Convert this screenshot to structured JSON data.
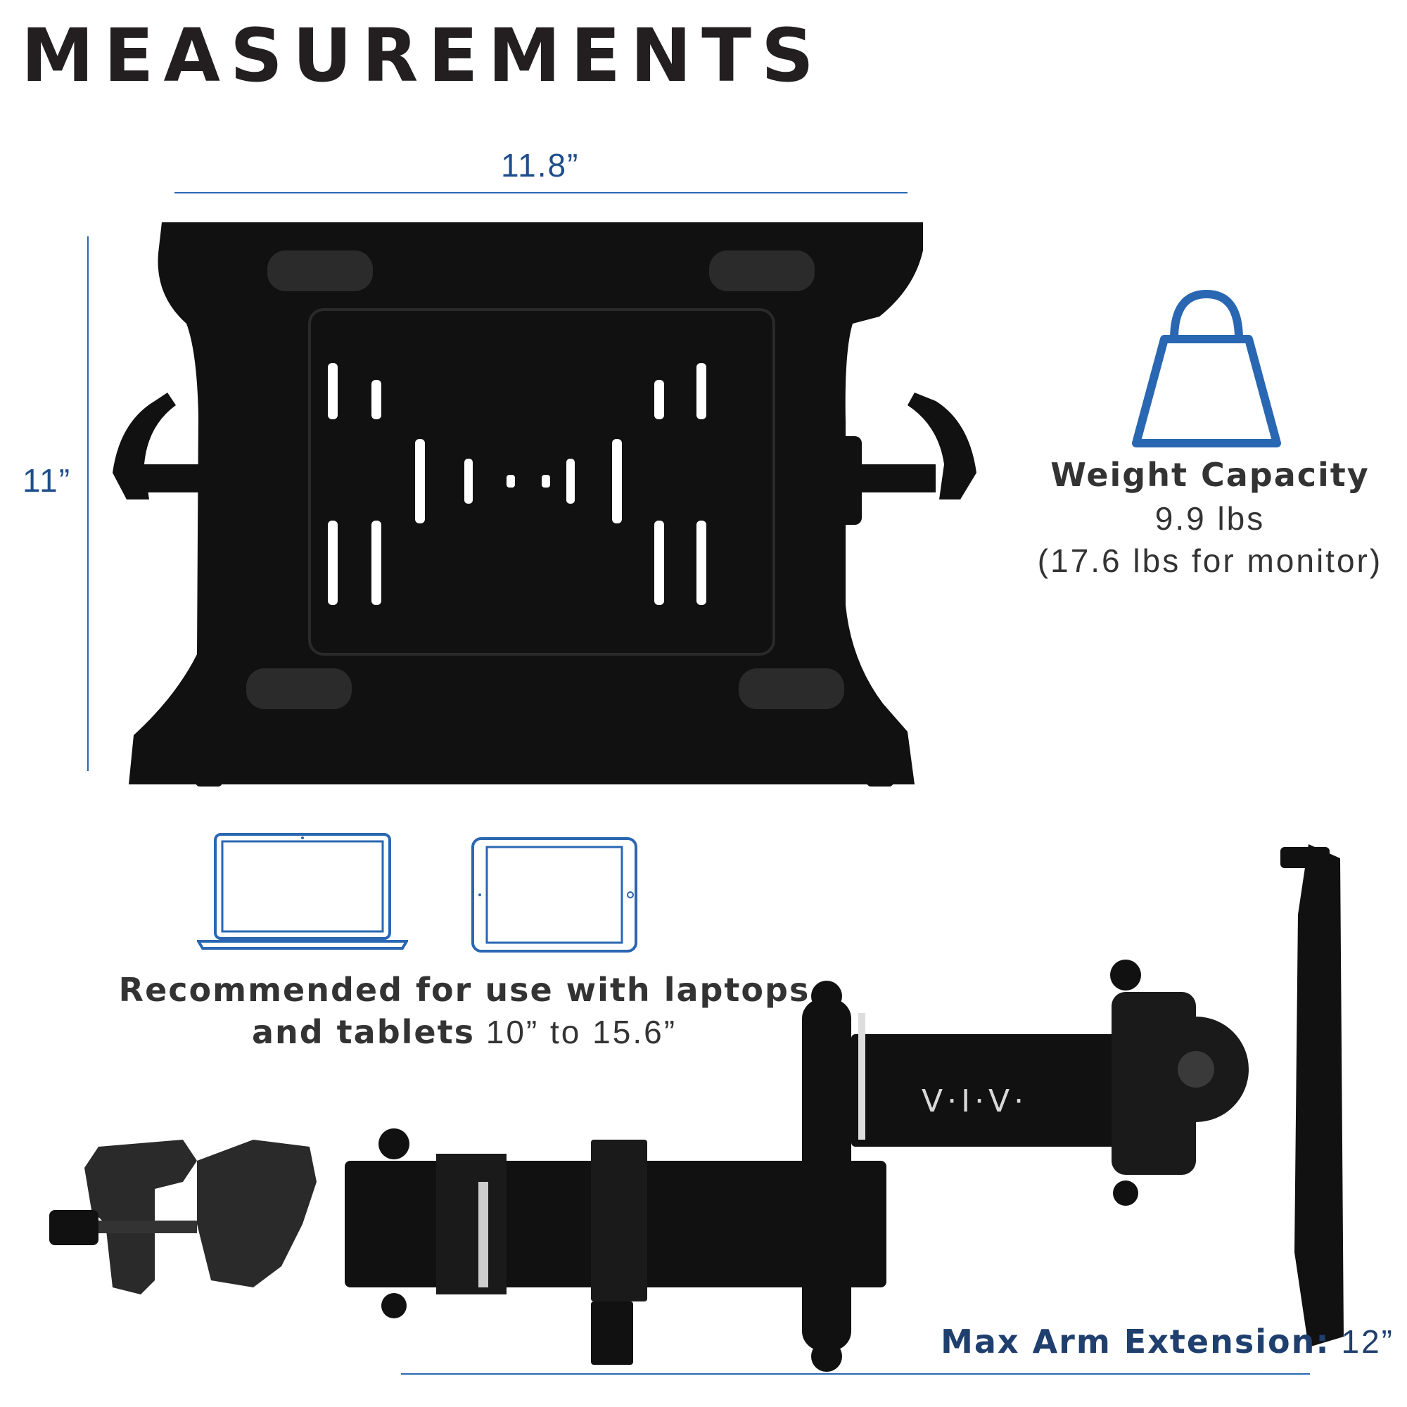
{
  "title": "MEASUREMENTS",
  "dimensions": {
    "width": "11.8”",
    "height": "11”"
  },
  "weight_capacity": {
    "label": "Weight Capacity",
    "value": "9.9 lbs",
    "monitor_value": "(17.6 lbs for monitor)"
  },
  "recommendation": {
    "line1": "Recommended for use with laptops",
    "line2_bold": "and tablets",
    "line2_value": " 10” to 15.6”"
  },
  "max_arm": {
    "label": "Max Arm Extension:",
    "value": " 12”"
  },
  "brand": "V·I·V·",
  "colors": {
    "accent_blue": "#2a67b2",
    "dark_text": "#231f20",
    "navy_text": "#1f3f6e"
  },
  "icons": [
    "weight-icon",
    "laptop-icon",
    "tablet-icon"
  ]
}
